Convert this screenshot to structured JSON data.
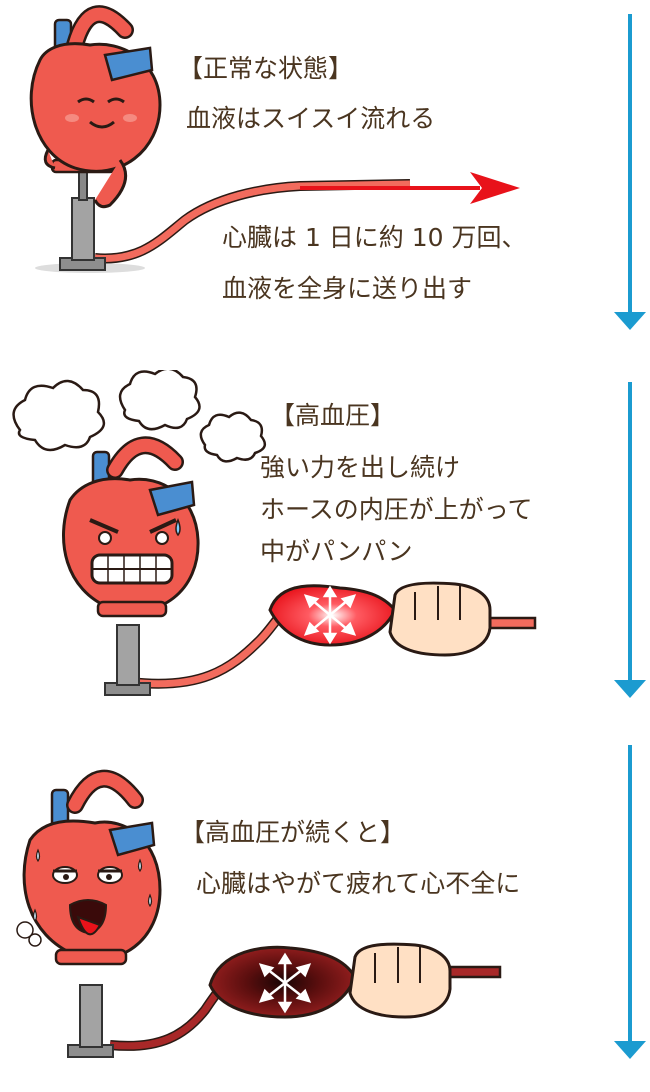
{
  "panels": [
    {
      "title": "【正常な状態】",
      "lines": [
        "血液はスイスイ流れる",
        "心臓は 1 日に約 10 万回、",
        "血液を全身に送り出す"
      ]
    },
    {
      "title": "【高血圧】",
      "lines": [
        "強い力を出し続け",
        "ホースの内圧が上がって",
        "中がパンパン"
      ]
    },
    {
      "title": "【高血圧が続くと】",
      "lines": [
        "心臓はやがて疲れて心不全に"
      ]
    }
  ],
  "colors": {
    "arrow": "#1b9bd0",
    "heart": "#ef5a4f",
    "heart_outline": "#2a1a14",
    "vessel": "#f26b5d",
    "aorta": "#4a8ed1",
    "pump": "#8e8e8e",
    "flow_arrow": "#e8121a",
    "bulge_normal": "#f3303a",
    "bulge_failure": "#7a1111",
    "fist": "#ffe0c4",
    "text": "#4a3520"
  }
}
